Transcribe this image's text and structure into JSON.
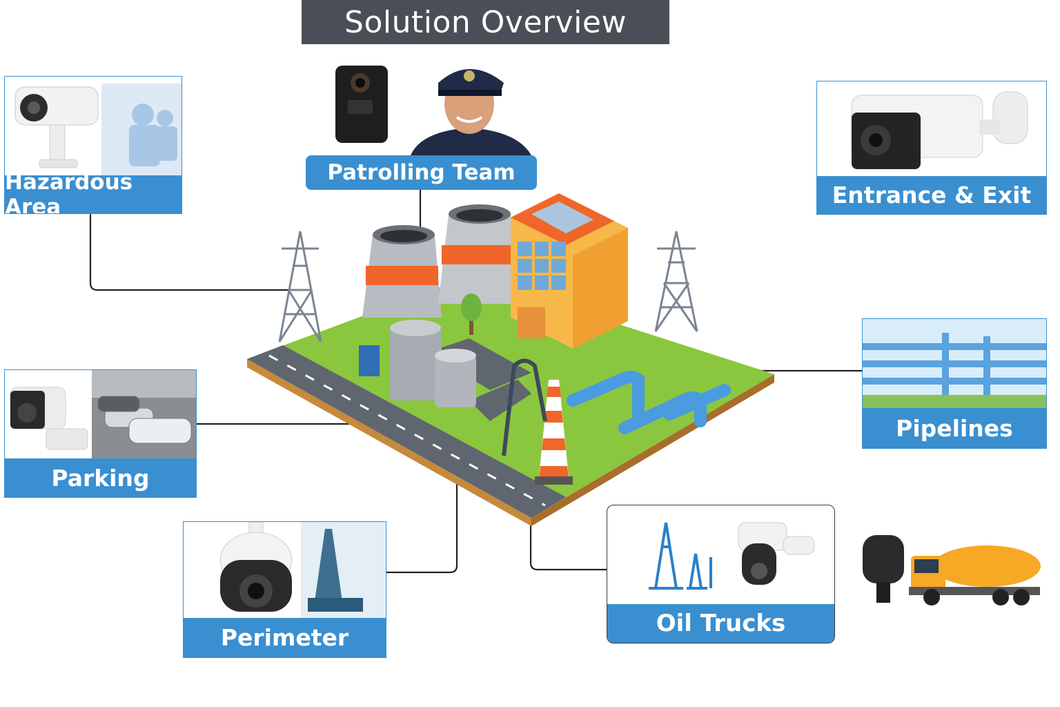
{
  "title": "Solution Overview",
  "nodes": {
    "hazardous_area": "Hazardous Area",
    "patrolling_team": "Patrolling Team",
    "entrance_exit": "Entrance & Exit",
    "parking": "Parking",
    "pipelines": "Pipelines",
    "perimeter": "Perimeter",
    "oil_trucks": "Oil Trucks"
  },
  "colors": {
    "title_bg": "#4a4f57",
    "label_bg": "#3a8fd0",
    "connector": "#222222",
    "ground": "#8bc63f",
    "road": "#5f6670",
    "building": "#f7b84a",
    "accent_orange": "#f0662a",
    "pipe_blue": "#4a9be0"
  }
}
